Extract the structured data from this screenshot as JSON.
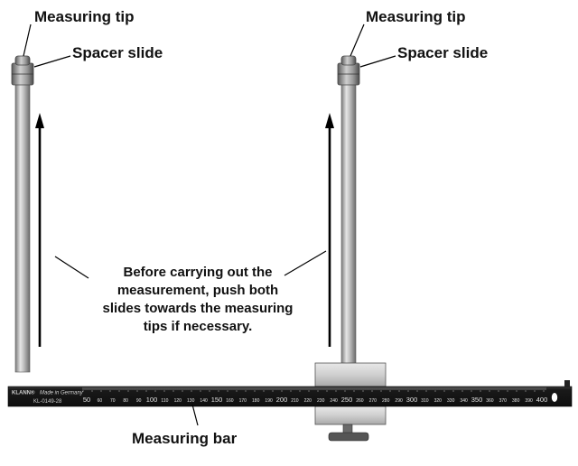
{
  "labels": {
    "left_measuring_tip": "Measuring tip",
    "left_spacer_slide": "Spacer slide",
    "right_measuring_tip": "Measuring tip",
    "right_spacer_slide": "Spacer slide",
    "measuring_bar": "Measuring bar"
  },
  "note": {
    "lines": [
      "Before carrying out the",
      "measurement, push both",
      "slides towards the measuring",
      "tips if necessary."
    ]
  },
  "bar": {
    "brand": "KLANN®",
    "made_in": "Made in Germany",
    "part_number": "KL-0149-28",
    "scale_labels": [
      "50",
      "60",
      "70",
      "80",
      "90",
      "100",
      "110",
      "120",
      "130",
      "140",
      "150",
      "160",
      "170",
      "180",
      "190",
      "200",
      "210",
      "220",
      "230",
      "240",
      "250",
      "260",
      "270",
      "280",
      "290",
      "300",
      "310",
      "320",
      "330",
      "340",
      "350",
      "360",
      "370",
      "380",
      "390",
      "400"
    ]
  }
}
